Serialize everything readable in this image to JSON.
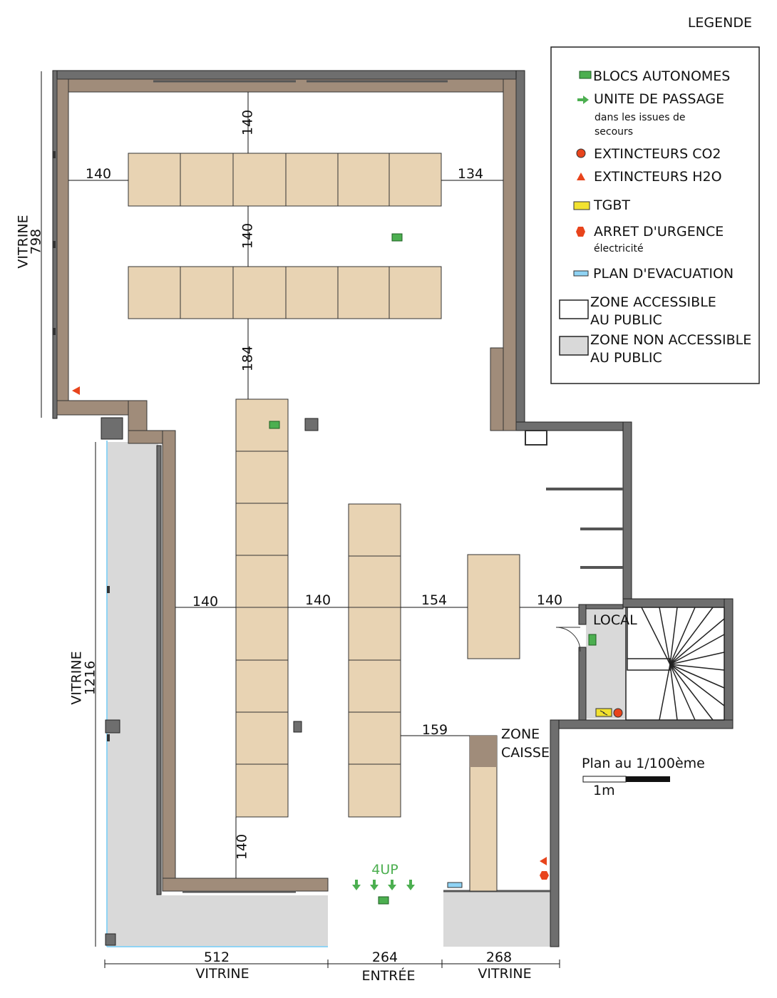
{
  "title": "LEGENDE",
  "legend": {
    "blocs": "BLOCS AUTONOMES",
    "unite": "UNITE DE PASSAGE",
    "unite_sub1": "dans les issues de",
    "unite_sub2": "secours",
    "co2": "EXTINCTEURS CO2",
    "h2o": "EXTINCTEURS H2O",
    "tgbt": "TGBT",
    "arret": "ARRET D'URGENCE",
    "arret_sub": "électricité",
    "plan": "PLAN D'EVACUATION",
    "zone_pub_1": "ZONE ACCESSIBLE",
    "zone_pub_2": "AU PUBLIC",
    "zone_nonpub_1": "ZONE NON ACCESSIBLE",
    "zone_nonpub_2": "AU PUBLIC"
  },
  "dimensions": {
    "d140_top": "140",
    "d140_left_top": "140",
    "d134": "134",
    "d140_mid": "140",
    "d184": "184",
    "d140_a": "140",
    "d140_b": "140",
    "d154": "154",
    "d140_c": "140",
    "d159": "159",
    "d140_bottom": "140",
    "d512": "512",
    "d264": "264",
    "d268": "268"
  },
  "labels": {
    "vitrine_top_name": "VITRINE",
    "vitrine_top_len": "798",
    "vitrine_left_name": "VITRINE",
    "vitrine_left_len": "1216",
    "vitrine_bottom_left": "VITRINE",
    "entree": "ENTRÉE",
    "vitrine_bottom_right": "VITRINE",
    "local": "LOCAL",
    "zone_caisse_1": "ZONE",
    "zone_caisse_2": "CAISSE",
    "up": "4UP",
    "scale_title": "Plan au 1/100ème",
    "scale_unit": "1m"
  },
  "colors": {
    "shelf": "#e8d3b3",
    "outer_wall": "#a08c7a",
    "grey_wall": "#6e6e6e",
    "non_public_zone": "#d9d9d9",
    "emergency_block": "#4caf50",
    "extinguisher": "#e8441c",
    "tgbt": "#f2e230",
    "evacuation_plan": "#8fd3f4",
    "glazing": "#8fd3f4"
  }
}
